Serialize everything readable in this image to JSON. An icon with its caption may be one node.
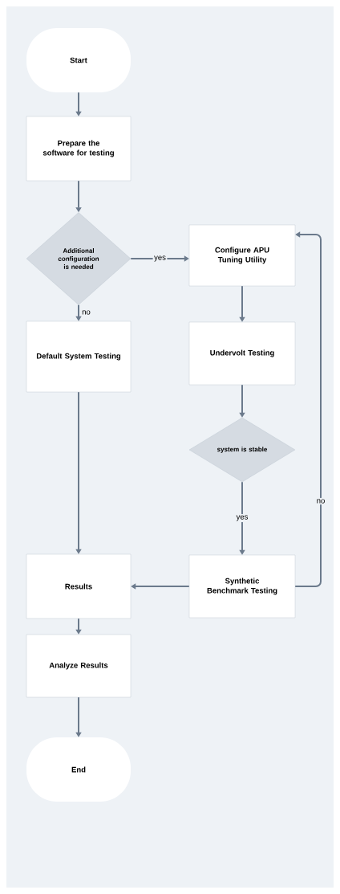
{
  "diagram": {
    "nodes": [
      {
        "text": [
          "Start"
        ]
      },
      {
        "text": [
          "Prepare the software for testing"
        ]
      },
      {
        "text": [
          "Additional configuration is needed"
        ]
      },
      {
        "text": [
          "Configure APU Tuning Utility"
        ]
      },
      {
        "text": [
          "Default System Testing"
        ]
      },
      {
        "text": [
          "Undervolt Testing"
        ]
      },
      {
        "text": [
          "system is stable"
        ]
      },
      {
        "text": [
          "Results"
        ]
      },
      {
        "text": [
          "Synthetic Benchmark Testing"
        ]
      },
      {
        "text": [
          "Analyze Results"
        ]
      },
      {
        "text": [
          "End"
        ]
      }
    ],
    "edges": [
      {
        "from": 0,
        "to": 1,
        "arrow": "to"
      },
      {
        "from": 1,
        "to": 2,
        "arrow": "to"
      },
      {
        "from": 2,
        "to": 3,
        "arrow": "to",
        "label": "yes"
      },
      {
        "from": 2,
        "to": 4,
        "arrow": "to",
        "label": "no"
      },
      {
        "from": 3,
        "to": 5,
        "arrow": "to"
      },
      {
        "from": 5,
        "to": 6,
        "arrow": "to"
      },
      {
        "from": 6,
        "to": 8,
        "arrow": "to",
        "label": "yes"
      },
      {
        "from": 8,
        "to": 3,
        "arrow": "to",
        "label": "no"
      },
      {
        "from": 4,
        "to": 7,
        "arrow": "to"
      },
      {
        "from": 8,
        "to": 7,
        "arrow": "to"
      },
      {
        "from": 7,
        "to": 9,
        "arrow": "to"
      },
      {
        "from": 9,
        "to": 10,
        "arrow": "to"
      }
    ]
  }
}
